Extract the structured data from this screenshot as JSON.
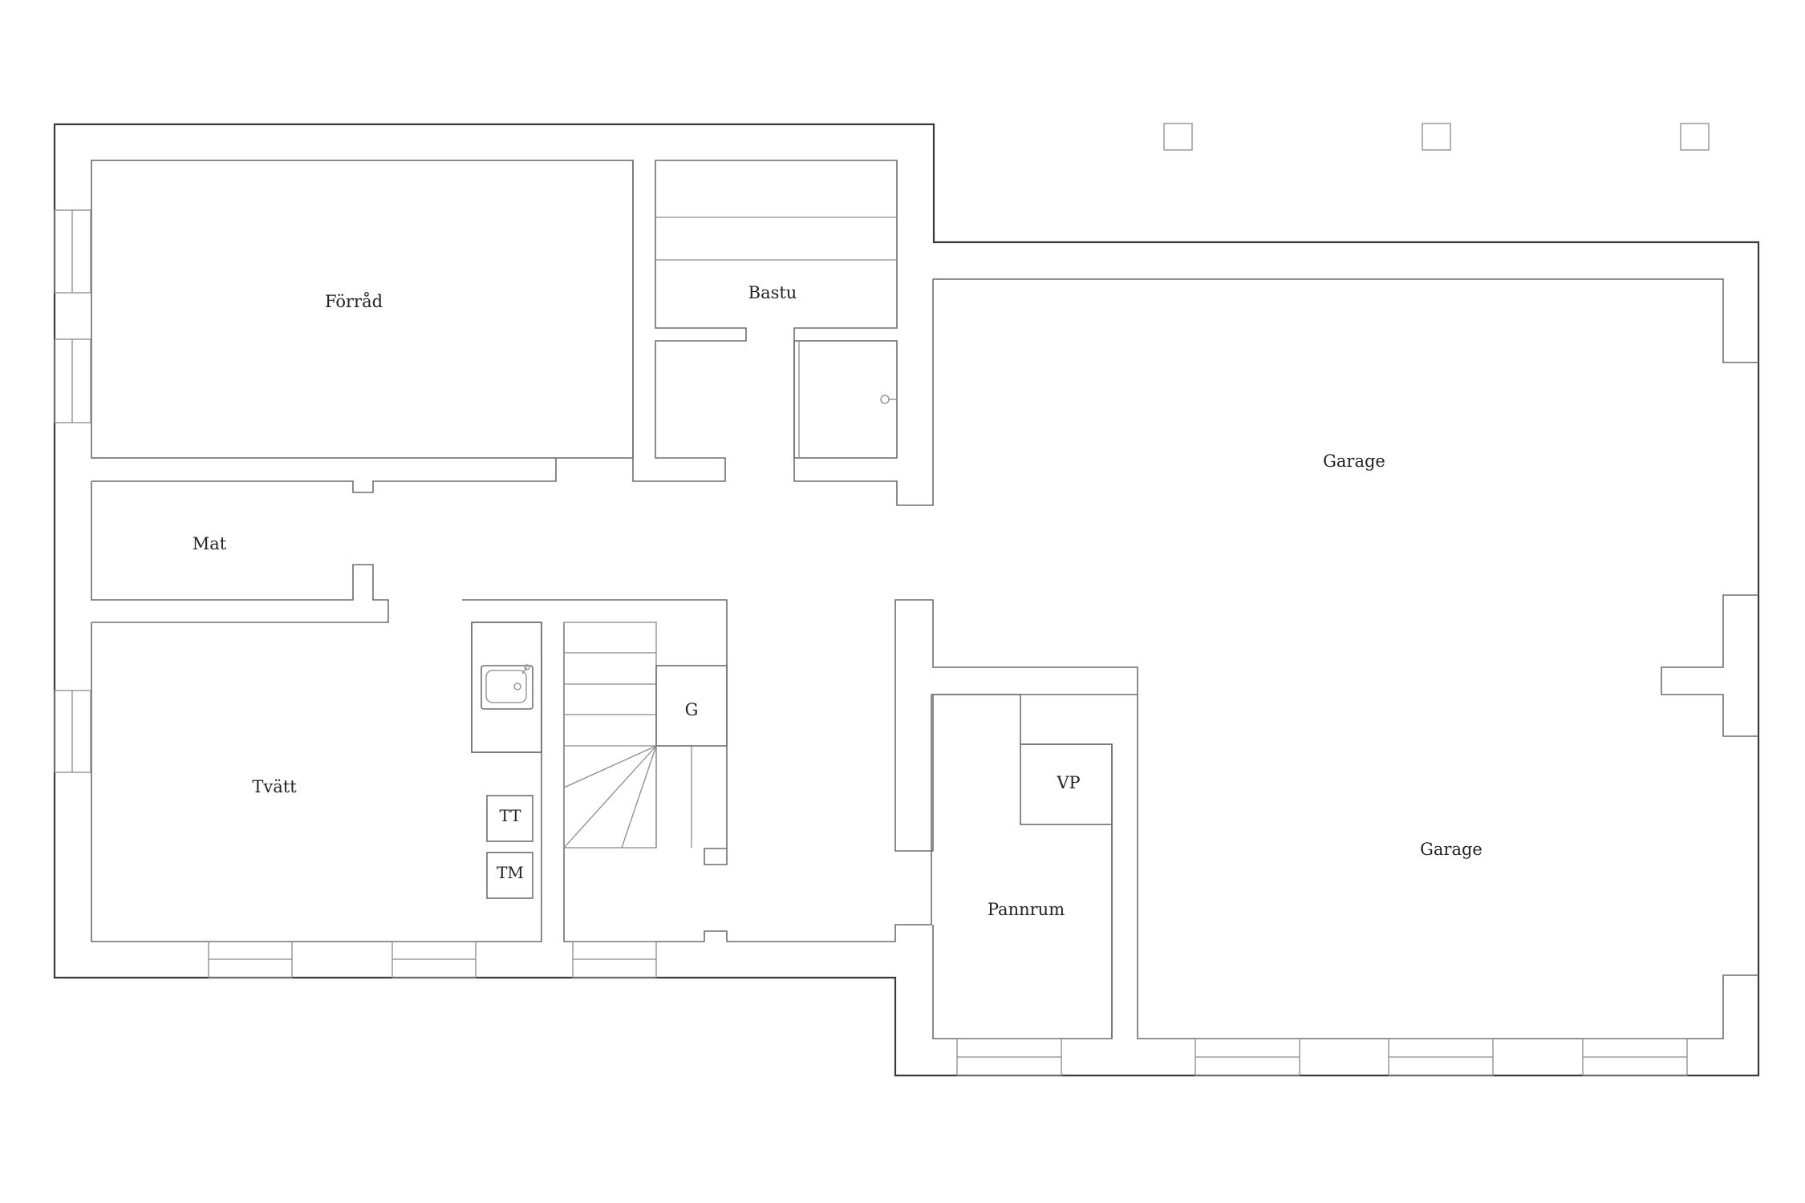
{
  "rooms": {
    "forrad": "Förråd",
    "bastu": "Bastu",
    "mat": "Mat",
    "tvatt": "Tvätt",
    "garage_top": "Garage",
    "garage_bottom": "Garage",
    "pannrum": "Pannrum",
    "vp": "VP",
    "g": "G"
  },
  "appliances": {
    "tt": "TT",
    "tm": "TM"
  }
}
